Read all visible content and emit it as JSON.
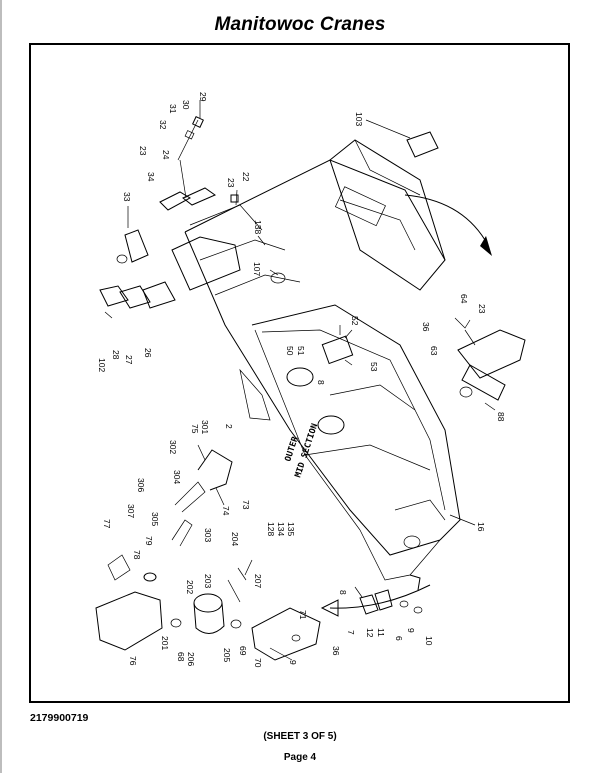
{
  "header": {
    "title": "Manitowoc Cranes"
  },
  "footer": {
    "part_number": "2179900719",
    "sheet": "(SHEET 3 OF 5)",
    "page": "Page 4"
  },
  "drawing": {
    "section_label_line1": "OUTER",
    "section_label_line2": "MID SECTION",
    "callouts": {
      "c29": "29",
      "c30": "30",
      "c31": "31",
      "c32": "32",
      "c23a": "23",
      "c24": "24",
      "c34": "34",
      "c33": "33",
      "c23b": "23",
      "c22": "22",
      "c138": "138",
      "c103": "103",
      "c107": "107",
      "c102": "102",
      "c28": "28",
      "c27": "27",
      "c26": "26",
      "c2": "2",
      "c52": "52",
      "c50": "50",
      "c51": "51",
      "c8a": "8",
      "c53": "53",
      "c64": "64",
      "c36a": "36",
      "c23c": "23",
      "c63": "63",
      "c88": "88",
      "c75": "75",
      "c301": "301",
      "c302": "302",
      "c306": "306",
      "c304": "304",
      "c307": "307",
      "c305": "305",
      "c74": "74",
      "c73": "73",
      "c303": "303",
      "c77": "77",
      "c78": "78",
      "c79": "79",
      "c204": "204",
      "c16": "16",
      "c128": "128",
      "c134": "134",
      "c135": "135",
      "c203": "203",
      "c202": "202",
      "c207": "207",
      "c8b": "8",
      "c76": "76",
      "c201": "201",
      "c68": "68",
      "c206": "206",
      "c205": "205",
      "c69": "69",
      "c70": "70",
      "c9a": "9",
      "c71": "71",
      "c36b": "36",
      "c7": "7",
      "c12": "12",
      "c11": "11",
      "c6": "6",
      "c9b": "9",
      "c10": "10"
    }
  }
}
